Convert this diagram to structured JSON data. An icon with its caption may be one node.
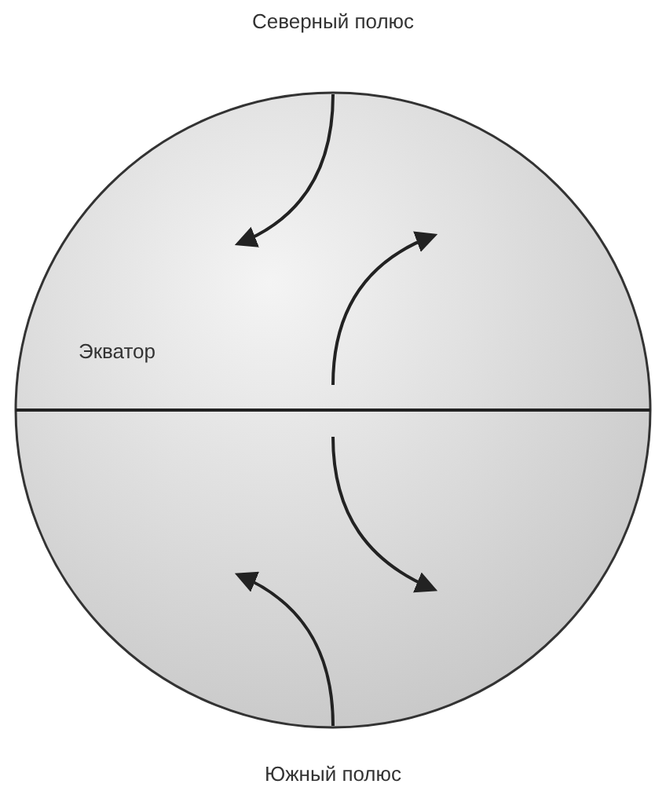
{
  "diagram": {
    "labels": [
      "Северный полюс",
      "Экватор",
      "Южный полюс"
    ]
  }
}
